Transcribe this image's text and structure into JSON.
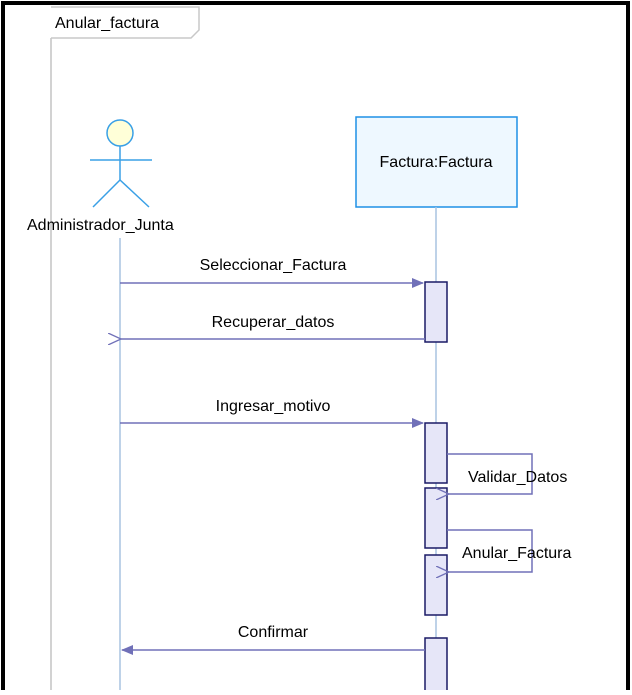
{
  "frame": {
    "title": "Anular_factura"
  },
  "actors": [
    {
      "name": "Administrador_Junta"
    }
  ],
  "objects": [
    {
      "name": "Factura:Factura"
    }
  ],
  "messages": [
    {
      "label": "Seleccionar_Factura",
      "kind": "call"
    },
    {
      "label": "Recuperar_datos",
      "kind": "return"
    },
    {
      "label": "Ingresar_motivo",
      "kind": "call"
    },
    {
      "label": "Validar_Datos",
      "kind": "self"
    },
    {
      "label": "Anular_Factura",
      "kind": "self"
    },
    {
      "label": "Confirmar",
      "kind": "call"
    }
  ],
  "colors": {
    "border": "#000000",
    "frame_tab": "#c8c8c8",
    "lifeline": "#a8c4e0",
    "object_border": "#1e90e6",
    "object_fill": "#eef8ff",
    "actor_stroke": "#3aa0e6",
    "actor_head_fill": "#ffffd8",
    "message": "#7070b8",
    "activation_border": "#1a1a66",
    "activation_fill": "#e6e6f8"
  }
}
